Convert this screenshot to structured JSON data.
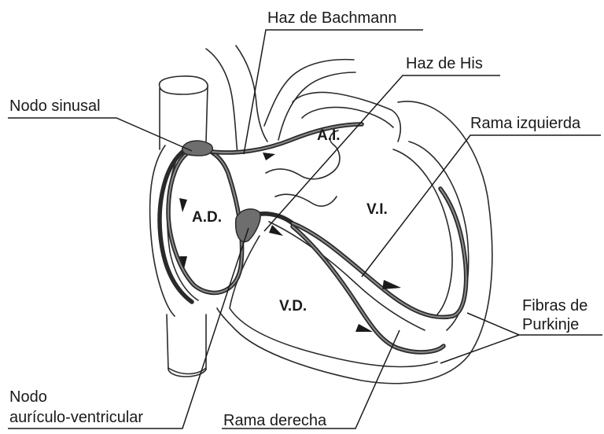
{
  "labels": {
    "bachmann": "Haz de Bachmann",
    "his": "Haz de His",
    "nodo_sinusal": "Nodo sinusal",
    "rama_izquierda": "Rama izquierda",
    "fibras_1": "Fibras de",
    "fibras_2": "Purkinje",
    "nodo_av_1": "Nodo",
    "nodo_av_2": "aurículo-ventricular",
    "rama_derecha": "Rama derecha"
  },
  "chambers": {
    "ai": "A.I.",
    "ad": "A.D.",
    "vi": "V.I.",
    "vd": "V.D."
  },
  "colors": {
    "line": "#2a2a2a",
    "node": "#6e6e6e",
    "conduction_inner": "#8a8a8a"
  }
}
